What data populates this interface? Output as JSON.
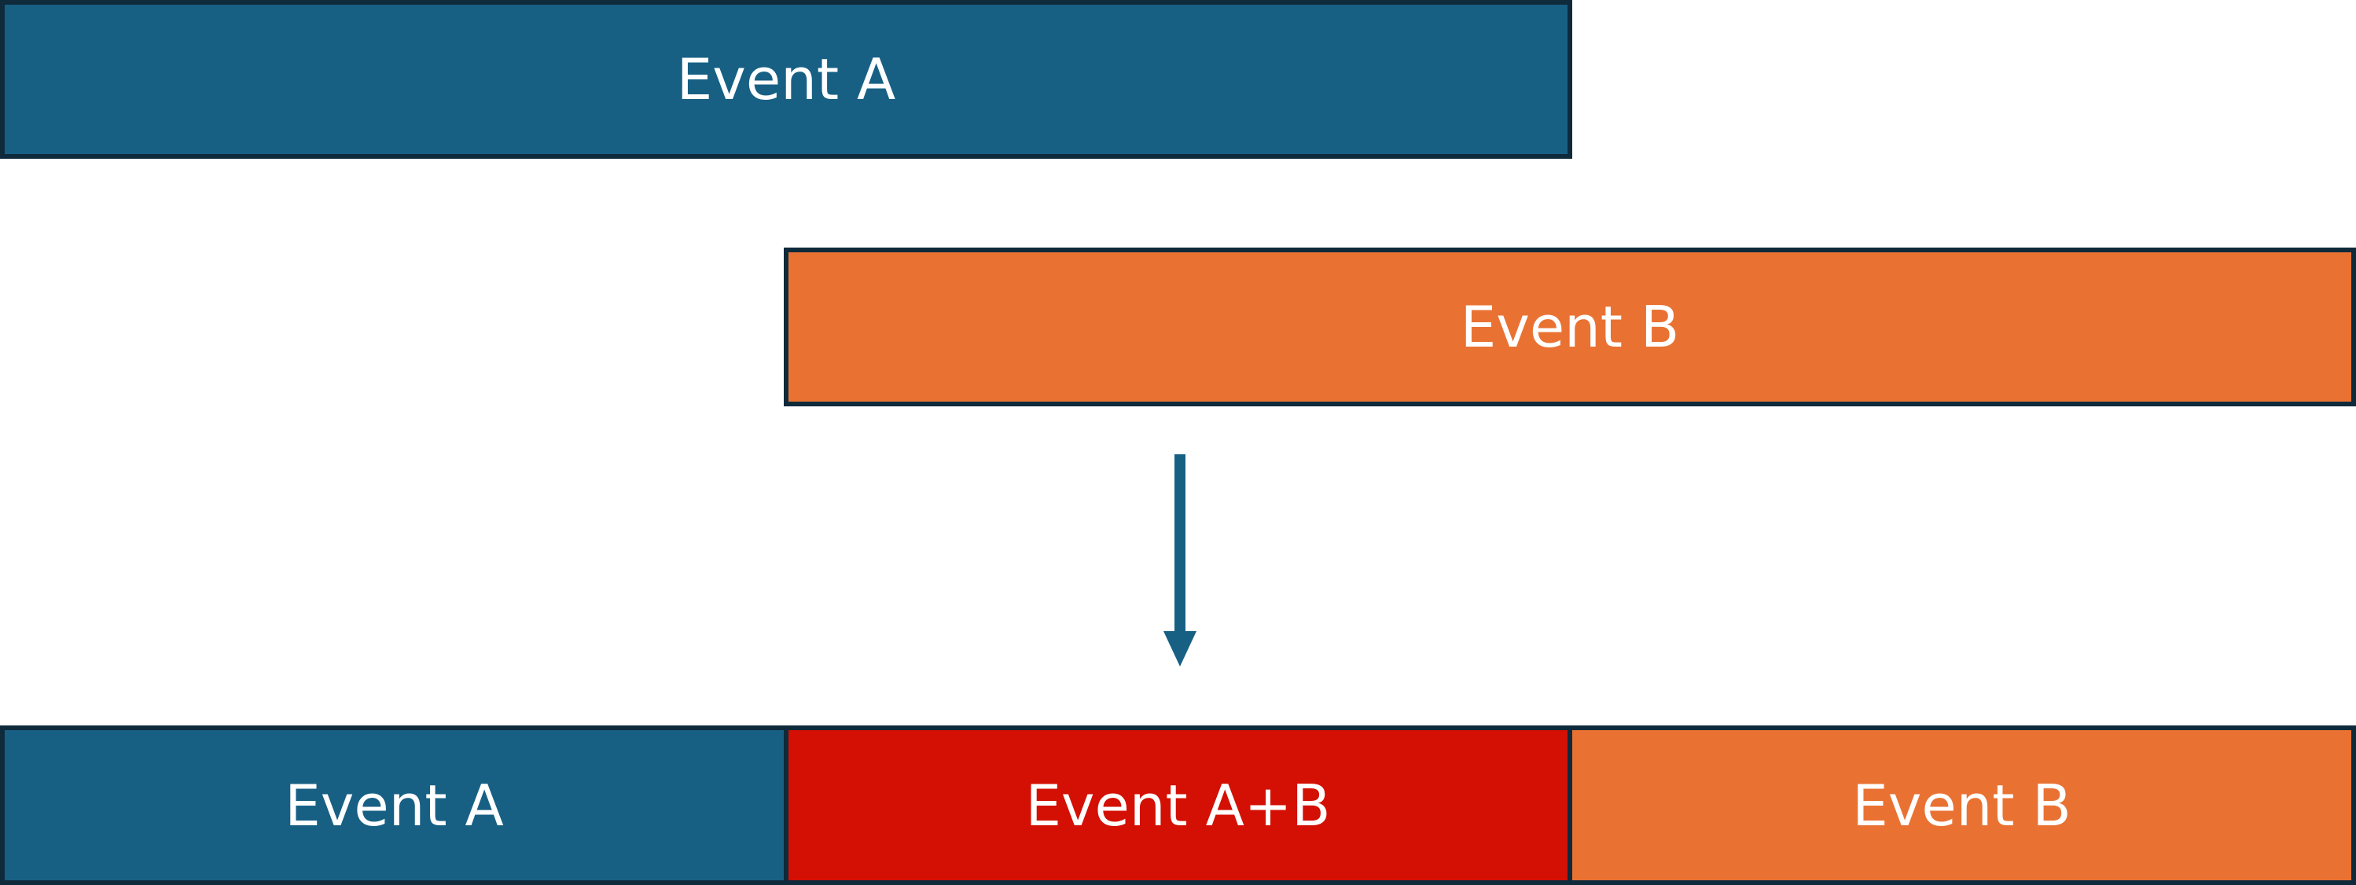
{
  "colors": {
    "event_a": "#176084",
    "event_b": "#e97233",
    "overlap": "#d31003",
    "border": "#0e2a3b",
    "arrow": "#176084"
  },
  "top_bars": {
    "event_a_label": "Event A",
    "event_b_label": "Event B"
  },
  "arrow": {
    "icon": "arrow-down-icon"
  },
  "combined_bar": {
    "segments": [
      {
        "label": "Event A"
      },
      {
        "label": "Event A+B"
      },
      {
        "label": "Event B"
      }
    ]
  }
}
